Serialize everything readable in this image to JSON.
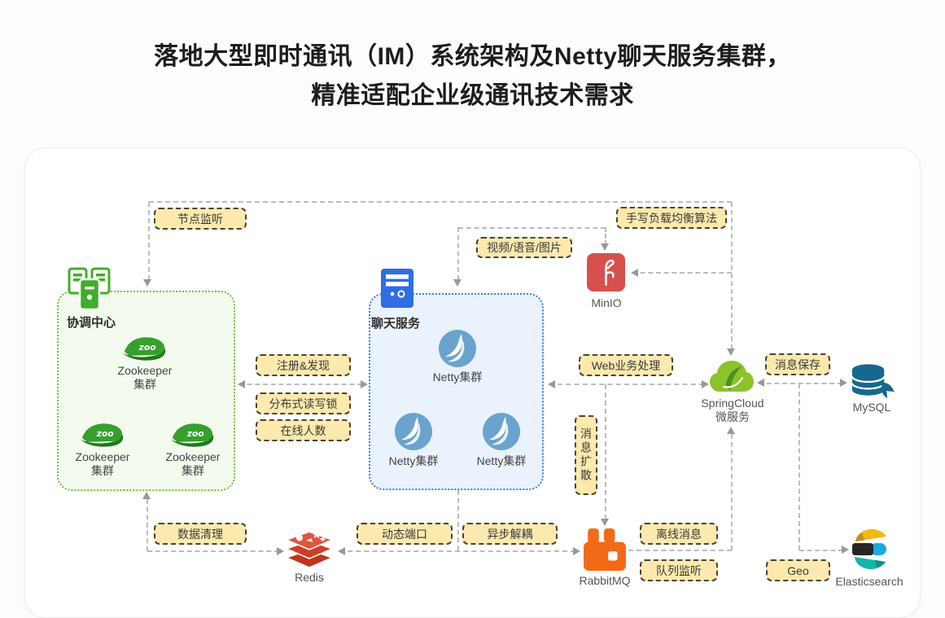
{
  "title": {
    "line1": "落地大型即时通讯（IM）系统架构及Netty聊天服务集群，",
    "line2": "精准适配企业级通讯技术需求"
  },
  "coordination": {
    "title": "协调中心",
    "zk": [
      {
        "en": "Zookeeper",
        "cn": "集群"
      },
      {
        "en": "Zookeeper",
        "cn": "集群"
      },
      {
        "en": "Zookeeper",
        "cn": "集群"
      }
    ]
  },
  "chat": {
    "title": "聊天服务",
    "netty": [
      "Netty集群",
      "Netty集群",
      "Netty集群"
    ]
  },
  "services": {
    "minio": "MinIO",
    "springcloud_line1": "SpringCloud",
    "springcloud_line2": "微服务",
    "mysql": "MySQL",
    "redis": "Redis",
    "rabbitmq": "RabbitMQ",
    "elasticsearch": "Elasticsearch"
  },
  "edge_labels": {
    "node_monitor": "节点监听",
    "lb_algo": "手写负载均衡算法",
    "media": "视频/语音/图片",
    "register": "注册&发现",
    "rwlock": "分布式读写锁",
    "online": "在线人数",
    "web": "Web业务处理",
    "save_msg": "消息保存",
    "fanout": "消息扩散",
    "clean": "数据清理",
    "dyn_port": "动态端口",
    "async": "异步解耦",
    "offline": "离线消息",
    "queue_listen": "队列监听",
    "geo": "Geo"
  },
  "icons": {
    "coordination": "green-server-cluster-icon",
    "chat": "blue-server-icon",
    "zookeeper": "zookeeper-logo",
    "netty": "netty-logo",
    "minio": "minio-logo",
    "springcloud": "spring-cloud-logo",
    "mysql": "mysql-logo",
    "redis": "redis-logo",
    "rabbitmq": "rabbitmq-logo",
    "elasticsearch": "elasticsearch-logo"
  },
  "colors": {
    "label_bg": "#fbe9ad",
    "label_border": "#45443c",
    "green_box_fill": "#f3faee",
    "green_box_border": "#67c73c",
    "blue_box_fill": "#eaf2fd",
    "blue_box_border": "#3f7ef0",
    "connector": "#bcbcbc",
    "zookeeper_green": "#35a02c",
    "netty_blue": "#6aa3cd",
    "minio_red": "#d6504e",
    "spring_green": "#86bd2a",
    "mysql_blue": "#16688f",
    "redis_red": "#d8412b",
    "rabbit_orange": "#f26a17",
    "es_yellow": "#f0b913",
    "es_blue": "#1ba9e0",
    "es_teal": "#14b5ab"
  }
}
